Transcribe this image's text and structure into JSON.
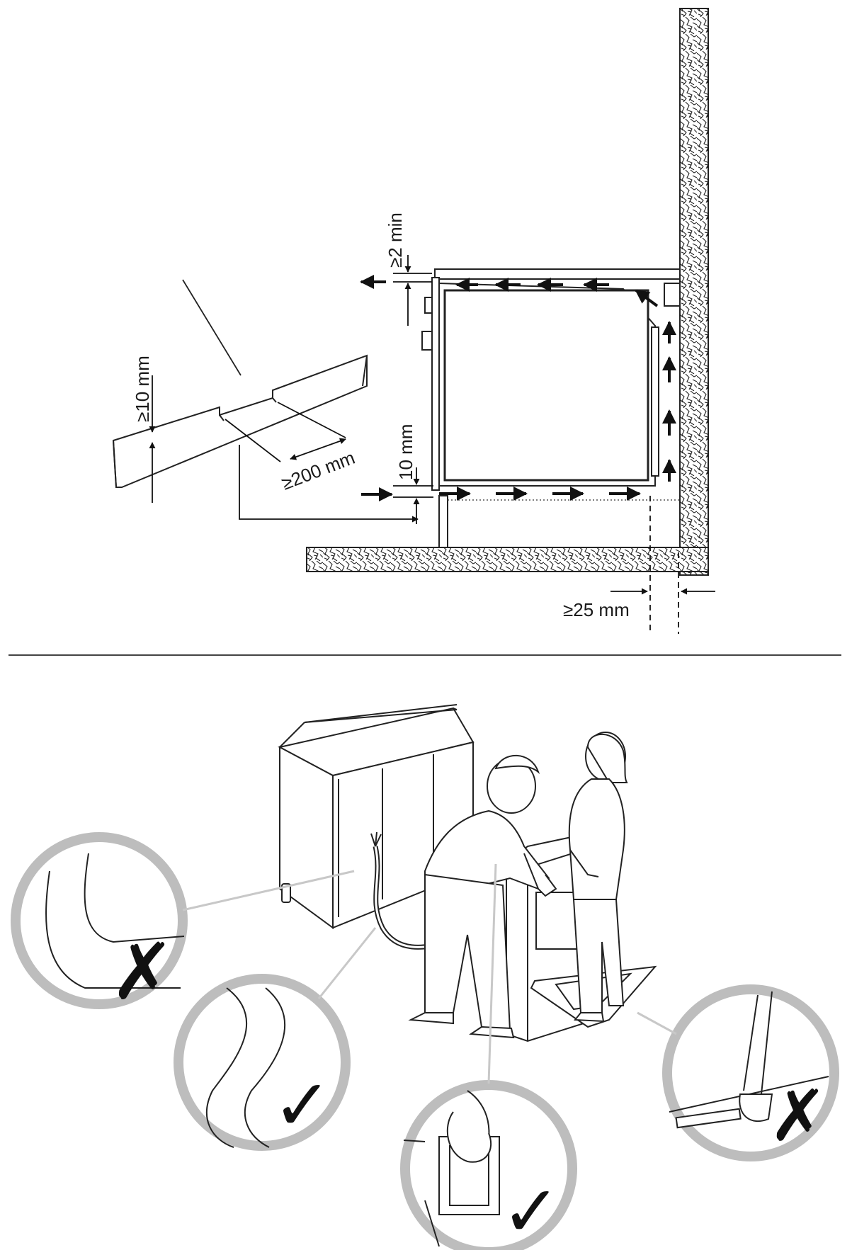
{
  "labels": {
    "gap_top": "≥2 min",
    "plinth_height": "≥10 mm",
    "plinth_width": "≥200 mm",
    "gap_bottom": "10 mm",
    "wall_gap": "≥25 mm"
  },
  "marks": {
    "wrong": "✗",
    "right": "✓"
  },
  "colors": {
    "line": "#1a1a1a",
    "circle": "#bdbdbd",
    "pointer": "#c8c8c8"
  },
  "icons": [
    "cross-mark-icon",
    "check-mark-icon",
    "airflow-arrow-icon"
  ]
}
